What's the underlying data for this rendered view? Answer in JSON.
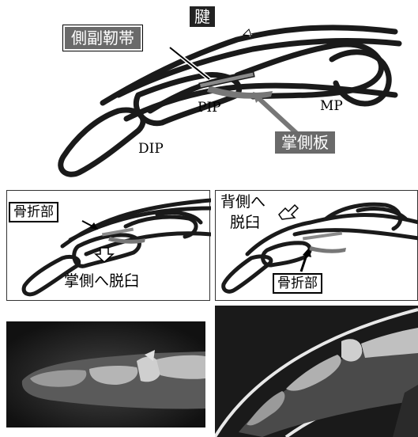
{
  "top": {
    "tendon_label": "腱",
    "collateral_label": "側副靭帯",
    "pip_label": "PIP",
    "mp_label": "MP",
    "dip_label": "DIP",
    "volar_plate_label": "掌側板"
  },
  "left_panel": {
    "fracture_label": "骨折部",
    "dislocation_label": "掌側へ脱臼"
  },
  "right_panel": {
    "dislocation_line1": "背側へ",
    "dislocation_line2": "脱臼",
    "fracture_label": "骨折部"
  },
  "colors": {
    "dark_label": "#222222",
    "gray_label": "#6a6a6a",
    "bone_line": "#1a1a1a"
  }
}
